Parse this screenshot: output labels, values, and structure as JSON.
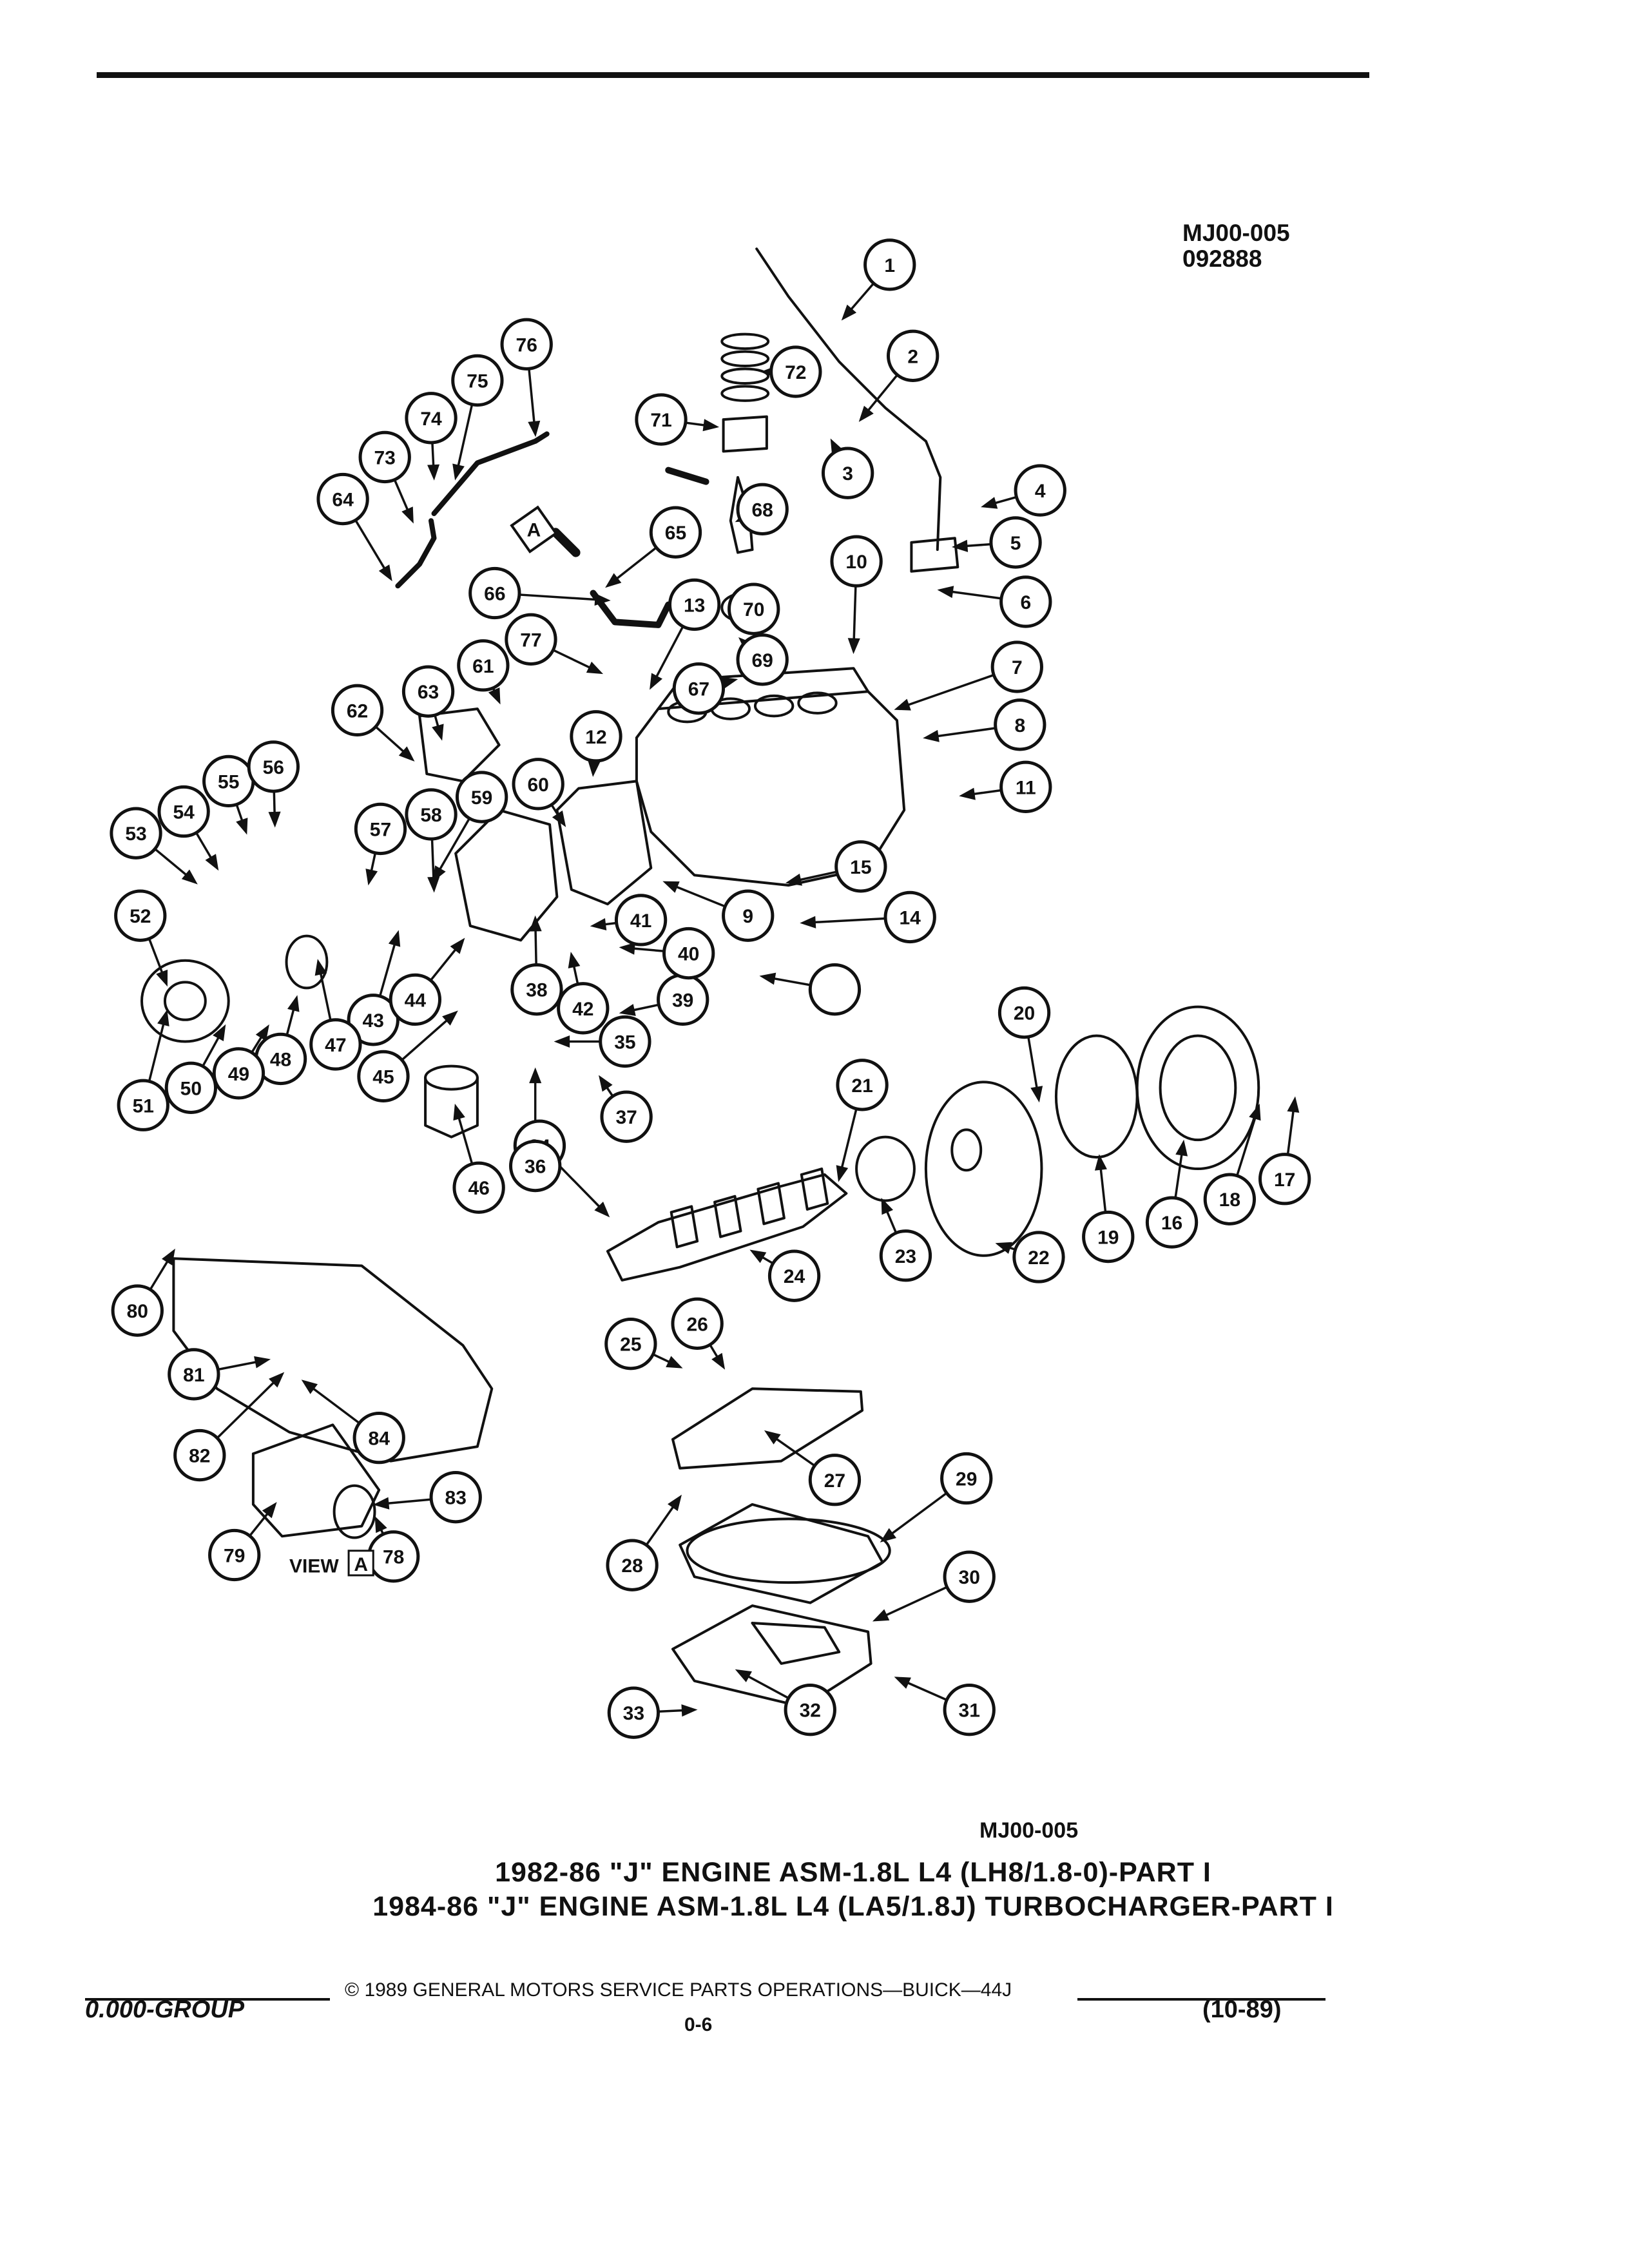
{
  "header": {
    "drawing_code": "MJ00-005",
    "drawing_date": "092888"
  },
  "callouts": [
    "1",
    "2",
    "3",
    "4",
    "5",
    "6",
    "7",
    "8",
    "9",
    "10",
    "11",
    "12",
    "13",
    "14",
    "15",
    "16",
    "17",
    "18",
    "19",
    "20",
    "21",
    "22",
    "23",
    "24",
    "25",
    "26",
    "27",
    "28",
    "29",
    "30",
    "31",
    "32",
    "33",
    "34",
    "35",
    "36",
    "37",
    "38",
    "39",
    "40",
    "41",
    "42",
    "43",
    "44",
    "45",
    "46",
    "47",
    "48",
    "49",
    "50",
    "51",
    "52",
    "53",
    "54",
    "55",
    "56",
    "57",
    "58",
    "59",
    "60",
    "61",
    "62",
    "63",
    "64",
    "65",
    "66",
    "67",
    "68",
    "69",
    "70",
    "71",
    "72",
    "73",
    "74",
    "75",
    "76",
    "77",
    "78",
    "79",
    "80",
    "81",
    "82",
    "83",
    "84"
  ],
  "view_callout": "A",
  "view_label": {
    "text": "VIEW",
    "letter": "A"
  },
  "ref_code": "MJ00-005",
  "titles": [
    "1982-86 \"J\" ENGINE ASM-1.8L L4 (LH8/1.8-0)-PART I",
    "1984-86 \"J\" ENGINE ASM-1.8L L4 (LA5/1.8J) TURBOCHARGER-PART I"
  ],
  "footer": {
    "copyright": "© 1989 GENERAL MOTORS SERVICE PARTS OPERATIONS—BUICK—44J",
    "group": "0.000-GROUP",
    "page": "0-6",
    "revision": "(10-89)"
  }
}
